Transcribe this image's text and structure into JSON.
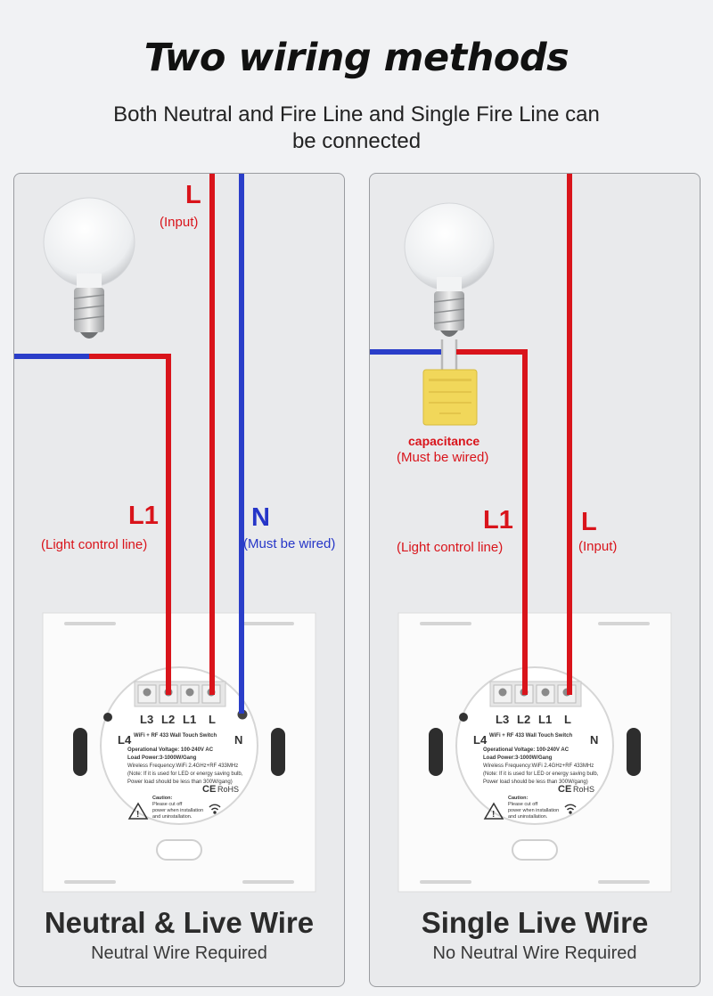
{
  "title": "Two wiring methods",
  "subtitle": "Both Neutral and Fire Line and Single Fire Line can be connected",
  "colors": {
    "live": "#d9141b",
    "neutral": "#2a3ec9",
    "capacitor": "#f1d75a"
  },
  "left_panel": {
    "label_L": "L",
    "label_L_sub": "(Input)",
    "label_L1": "L1",
    "label_L1_sub": "(Light control line)",
    "label_N": "N",
    "label_N_sub": "(Must be wired)",
    "footer_title": "Neutral & Live Wire",
    "footer_sub": "Neutral Wire Required"
  },
  "right_panel": {
    "label_cap": "capacitance",
    "label_cap_sub": "(Must be wired)",
    "label_L1": "L1",
    "label_L1_sub": "(Light control line)",
    "label_L": "L",
    "label_L_sub": "(Input)",
    "footer_title": "Single Live Wire",
    "footer_sub": "No Neutral Wire Required"
  },
  "switch_text": {
    "terminals": [
      "L3",
      "L2",
      "L1",
      "L"
    ],
    "l4": "L4",
    "n": "N",
    "model": "WiFi + RF 433 Wall Touch Switch",
    "spec1": "Operational Voltage: 100-240V AC",
    "spec2": "Load Power:3-1000W/Gang",
    "spec3": "Wireless Frequency:WiFi 2.4GHz+RF 433MHz",
    "spec4": "(Note: If it is used for LED or energy saving bulb,",
    "spec5": "Power load should be less than 300W/gang)",
    "caution1": "Caution:",
    "caution2": "Please cut off",
    "caution3": "power when installation",
    "caution4": "and uninstallation.",
    "ce": "CE",
    "rohs": "RoHS"
  }
}
